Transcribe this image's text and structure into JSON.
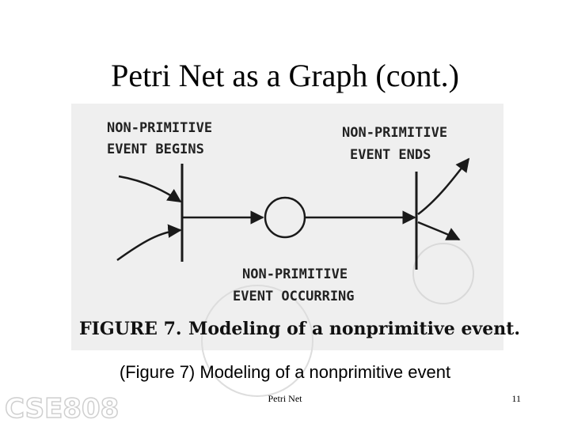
{
  "slide": {
    "title": "Petri Net as a Graph (cont.)",
    "caption": "(Figure 7) Modeling of a nonprimitive event"
  },
  "figure": {
    "label_begins_line1": "NON-PRIMITIVE",
    "label_begins_line2": "EVENT BEGINS",
    "label_ends_line1": "NON-PRIMITIVE",
    "label_ends_line2": "EVENT ENDS",
    "label_occurring_line1": "NON-PRIMITIVE",
    "label_occurring_line2": "EVENT OCCURRING",
    "figure_number": "FIGURE 7.",
    "figure_title": "Modeling of a nonprimitive event."
  },
  "footer": {
    "watermark": "CSE808",
    "center": "Petri Net",
    "page": "11"
  },
  "colors": {
    "panel_background": "#efefef",
    "ink": "#1a1a1a",
    "watermark": "#d0d0d0"
  }
}
